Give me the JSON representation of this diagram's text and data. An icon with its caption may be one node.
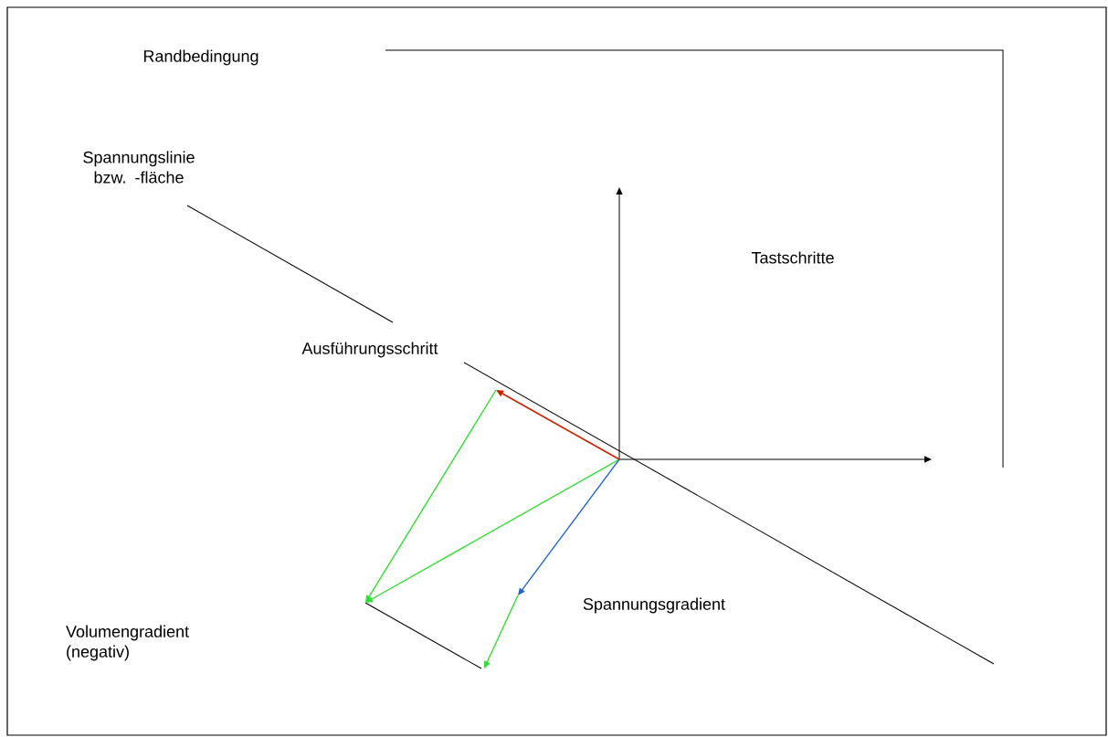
{
  "diagram": {
    "labels": [
      "Randbedingung",
      "Spannungslinie bzw. -fläche",
      "Tastschritte",
      "Ausführungsschritt",
      "Volumengradient (negativ)",
      "Spannungsgradient"
    ]
  }
}
